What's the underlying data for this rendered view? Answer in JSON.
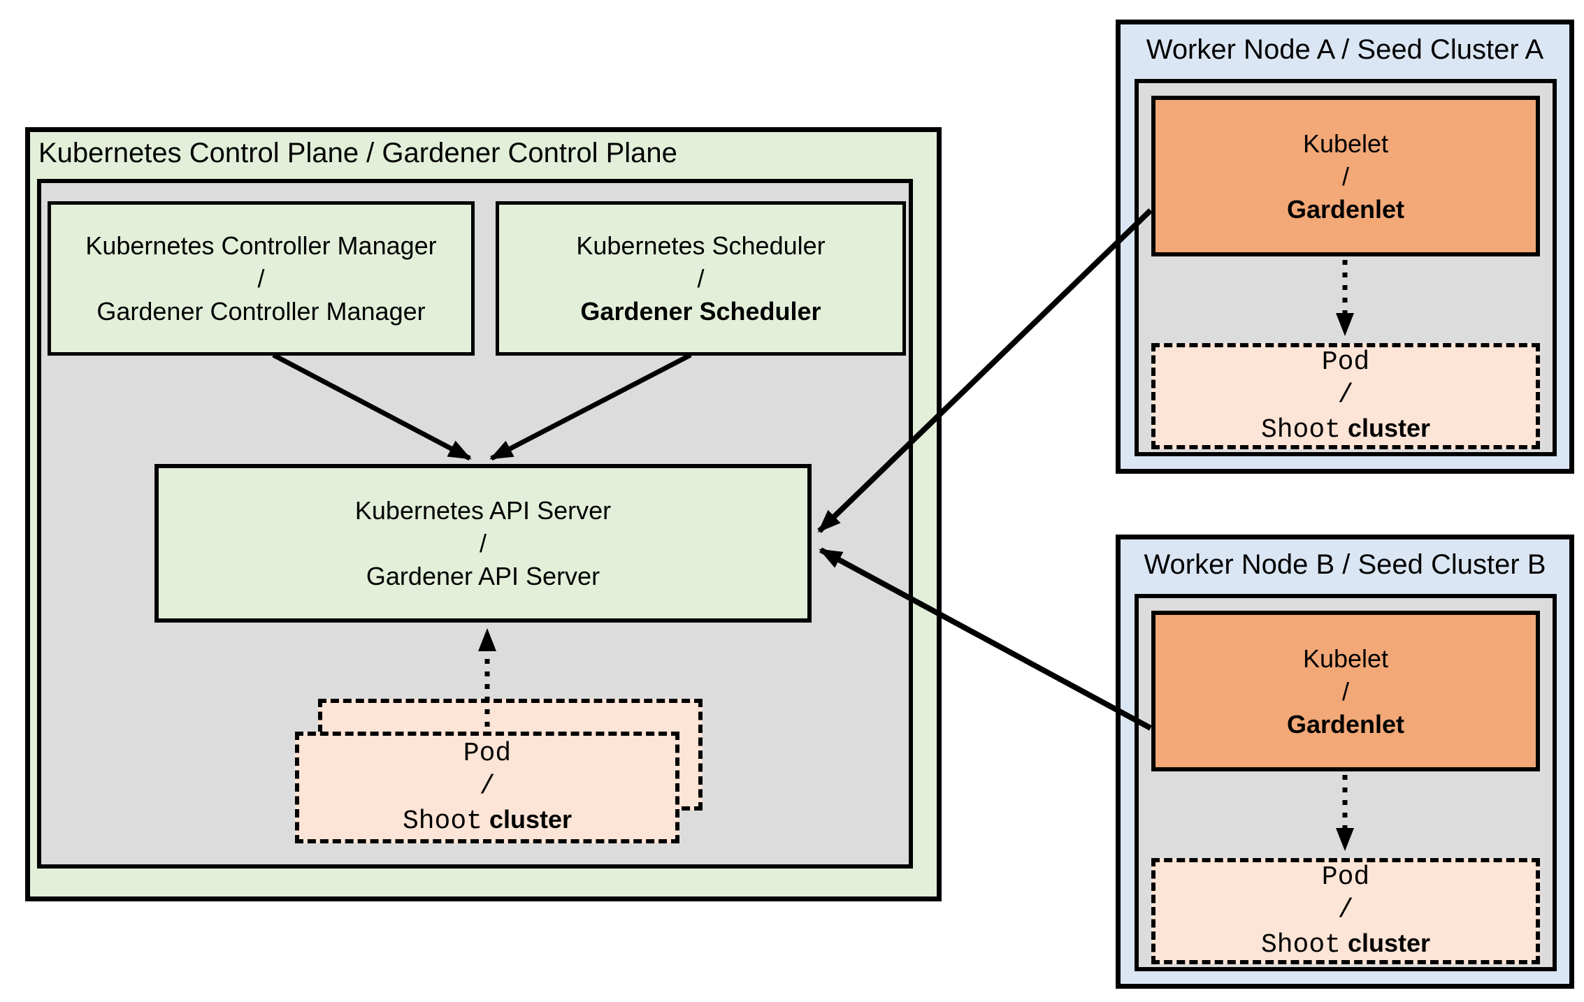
{
  "colors": {
    "canvas": "#ffffff",
    "green": "#e3efd9",
    "gray": "#dcdcdc",
    "blue": "#dbe6f4",
    "orange": "#f2a877",
    "peach": "#fce4d6",
    "line": "#000000"
  },
  "control_plane": {
    "title": "Kubernetes Control Plane / Gardener Control Plane",
    "controller_manager": {
      "top": "Kubernetes Controller Manager",
      "separator": "/",
      "bottom": "Gardener Controller Manager"
    },
    "scheduler": {
      "top": "Kubernetes Scheduler",
      "separator": "/",
      "bottom": "Gardener Scheduler"
    },
    "api_server": {
      "top": "Kubernetes API Server",
      "separator": "/",
      "bottom": "Gardener API Server"
    },
    "pod": {
      "top": "Pod",
      "separator": "/",
      "bottom_mono": "Shoot",
      "bottom_sans": "cluster"
    }
  },
  "worker_node_a": {
    "title": "Worker Node A / Seed Cluster A",
    "kubelet": {
      "top": "Kubelet",
      "separator": "/",
      "bottom": "Gardenlet"
    },
    "pod": {
      "top": "Pod",
      "separator": "/",
      "bottom_mono": "Shoot",
      "bottom_sans": "cluster"
    }
  },
  "worker_node_b": {
    "title": "Worker Node B / Seed Cluster B",
    "kubelet": {
      "top": "Kubelet",
      "separator": "/",
      "bottom": "Gardenlet"
    },
    "pod": {
      "top": "Pod",
      "separator": "/",
      "bottom_mono": "Shoot",
      "bottom_sans": "cluster"
    }
  }
}
